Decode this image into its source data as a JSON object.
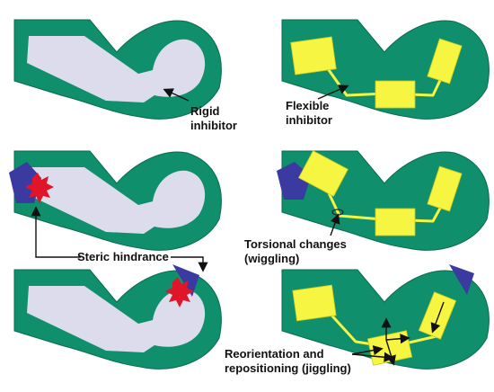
{
  "labels": {
    "rigid_line1": "Rigid",
    "rigid_line2": "inhibitor",
    "flexible_line1": "Flexible",
    "flexible_line2": "inhibitor",
    "steric": "Steric hindrance",
    "torsional_line1": "Torsional changes",
    "torsional_line2": "(wiggling)",
    "reorient_line1": "Reorientation and",
    "reorient_line2": "repositioning (jiggling)"
  },
  "colors": {
    "pocket": "#0f8f6c",
    "pocket_outline": "#0a6b50",
    "rigid_inhibitor": "#dcdcec",
    "flexible_inhibitor": "#f5f542",
    "obstacle": "#3a3aa0",
    "clash": "#e0152a",
    "arrow": "#111111"
  }
}
